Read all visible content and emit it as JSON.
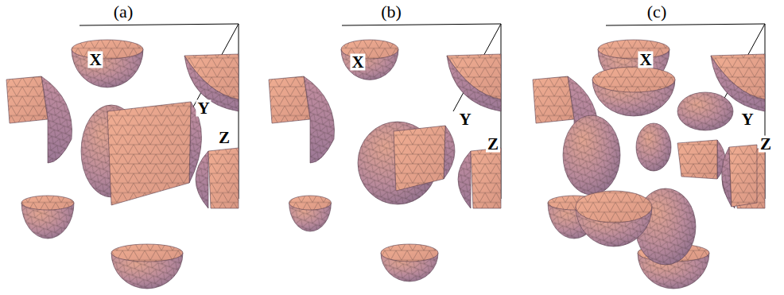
{
  "diagram": {
    "labels": [
      "(a)",
      "(b)",
      "(c)",
      "X",
      "Y",
      "Z",
      "X",
      "Y",
      "Z",
      "X",
      "Y",
      "Z"
    ]
  }
}
